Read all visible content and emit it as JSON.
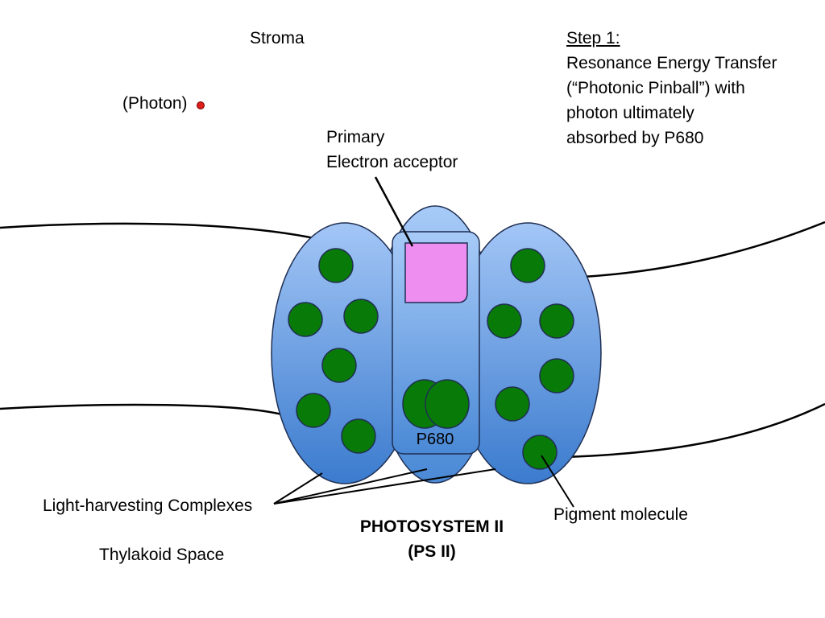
{
  "labels": {
    "stroma": "Stroma",
    "photon": "(Photon)",
    "step_title": "Step 1:",
    "step_lines": [
      "Resonance Energy Transfer",
      "(“Photonic Pinball”) with",
      "photon ultimately",
      "absorbed by P680"
    ],
    "acceptor_lines": [
      "Primary",
      "Electron acceptor"
    ],
    "light_harvesting": "Light-harvesting Complexes",
    "pigment": "Pigment molecule",
    "thylakoid_space": "Thylakoid Space",
    "ps_title": "PHOTOSYSTEM II",
    "ps_sub": "(PS II)",
    "p680": "P680"
  },
  "colors": {
    "complex_top": "#a3c6f6",
    "complex_bottom": "#3b7bce",
    "pigment": "#087a08",
    "acceptor": "#ee8ef0",
    "photon": "#dd1c1c",
    "outline": "#1f2f52"
  }
}
